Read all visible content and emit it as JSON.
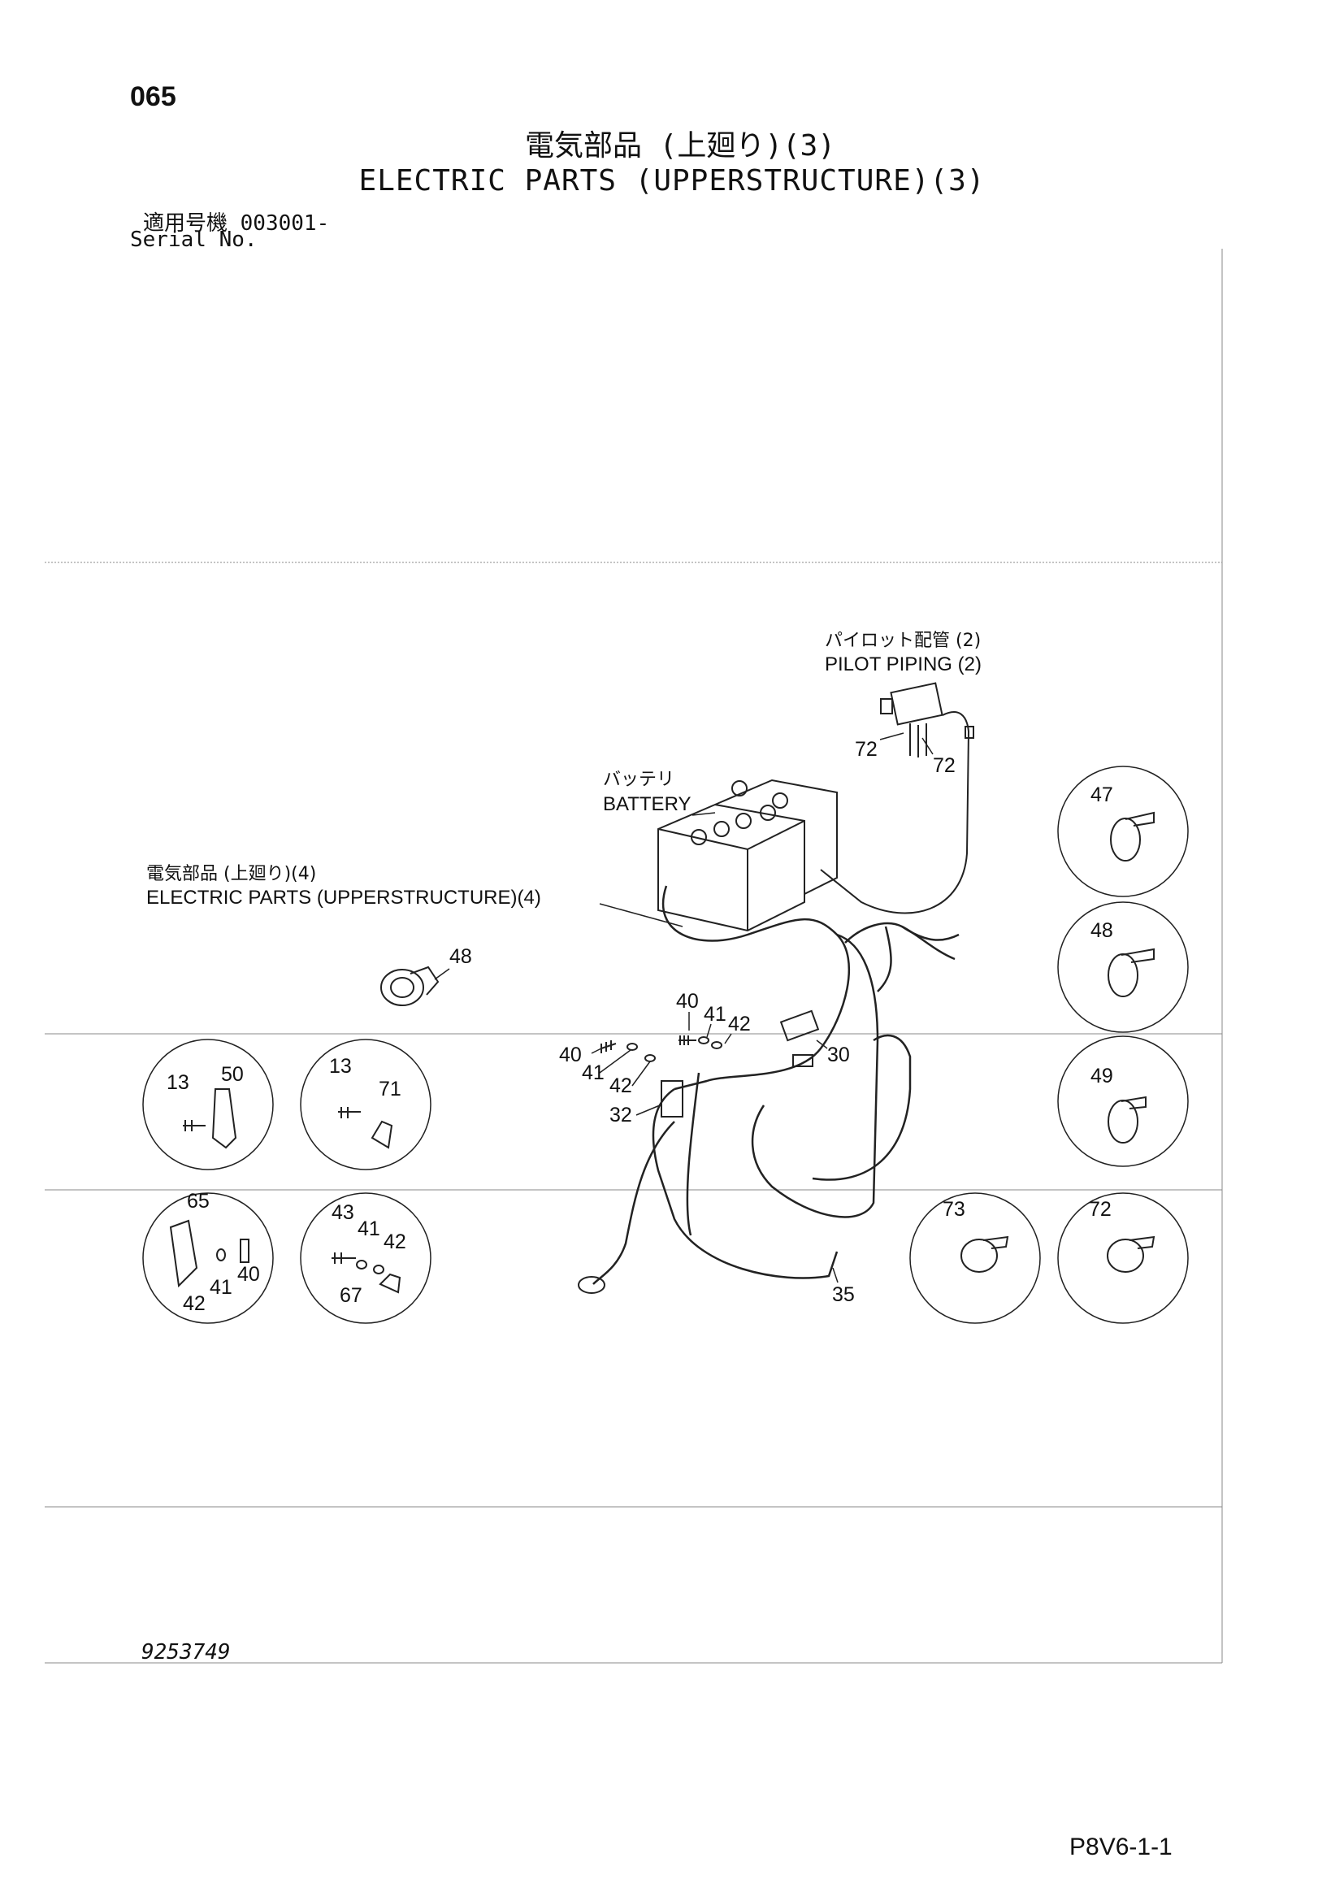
{
  "page": {
    "number": "065",
    "title_jp": "電気部品 (上廻り)(3)",
    "title_en": "ELECTRIC PARTS (UPPERSTRUCTURE)(3)",
    "serial_label_jp": "適用号機 003001-",
    "serial_label_en": "Serial No.",
    "drawing_number": "9253749",
    "page_code": "P8V6-1-1"
  },
  "callouts": {
    "pilot_piping_jp": "パイロット配管 (2)",
    "pilot_piping_en": "PILOT PIPING (2)",
    "battery_jp": "バッテリ",
    "battery_en": "BATTERY",
    "electric4_jp": "電気部品 (上廻り)(4)",
    "electric4_en": "ELECTRIC PARTS (UPPERSTRUCTURE)(4)"
  },
  "part_labels": {
    "p72a": "72",
    "p72b": "72",
    "p48": "48",
    "p40a": "40",
    "p41a": "41",
    "p42a": "42",
    "p30": "30",
    "p40b": "40",
    "p41b": "41",
    "p42b": "42",
    "p32": "32",
    "p35": "35"
  },
  "detail_circles": {
    "c47": "47",
    "c48": "48",
    "c49": "49",
    "c73": "73",
    "c72": "72",
    "c13a": "13",
    "c50": "50",
    "c13b": "13",
    "c71": "71",
    "c65": "65",
    "c41a": "41",
    "c40": "40",
    "c42a": "42",
    "c43": "43",
    "c41b": "41",
    "c42b": "42",
    "c67": "67"
  }
}
